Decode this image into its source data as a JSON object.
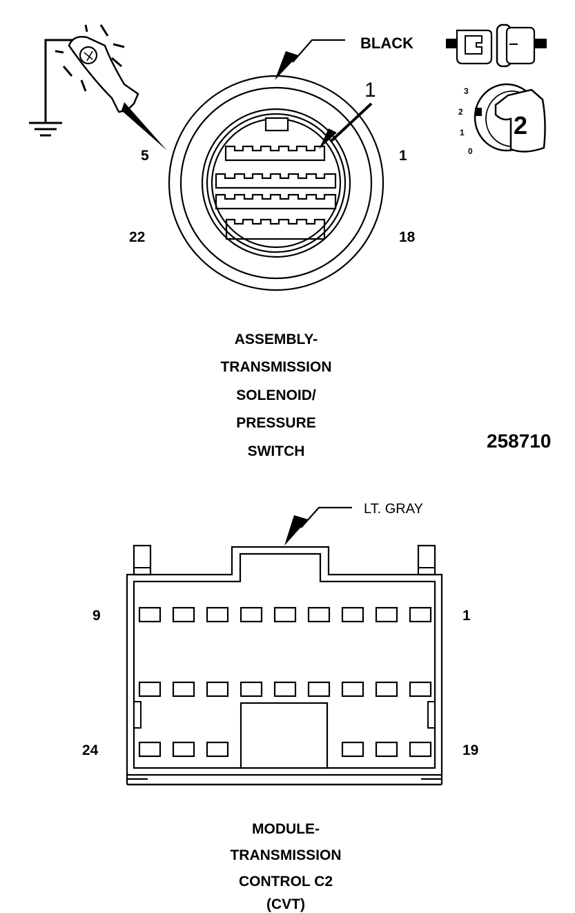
{
  "connector_top": {
    "color_label": "BLACK",
    "callout_pin": "1",
    "pin_labels": {
      "top_left": "5",
      "top_right": "1",
      "bottom_left": "22",
      "bottom_right": "18"
    },
    "name_lines": [
      "ASSEMBLY-",
      "TRANSMISSION",
      "SOLENOID/",
      "PRESSURE",
      "SWITCH"
    ]
  },
  "ignition_key": {
    "positions": [
      "3",
      "2",
      "1",
      "0"
    ],
    "selected_position": "2",
    "badge": "2"
  },
  "figure_code": "258710",
  "connector_bottom": {
    "color_label": "LT. GRAY",
    "pin_labels": {
      "top_left": "9",
      "top_right": "1",
      "bottom_left": "24",
      "bottom_right": "19"
    },
    "name_lines": [
      "MODULE-",
      "TRANSMISSION",
      "CONTROL C2",
      "(CVT)"
    ]
  },
  "icons": [
    "test-probe-icon",
    "ground-symbol-icon",
    "unplugged-connector-icon",
    "ignition-key-icon"
  ]
}
